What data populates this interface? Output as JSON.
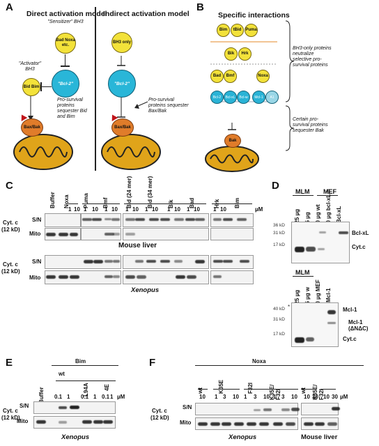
{
  "panelA": {
    "letter": "A",
    "direct_title": "Direct activation model",
    "indirect_title": "Indirect activation model",
    "sensitizer_label": "\"Sensitizer\" BH3",
    "sensitizer_circle": "Bad Noxa etc.",
    "activator_label": "\"Activator\" BH3",
    "activator_circle": "Bid Bim",
    "bcl2_label": "\"Bcl-2\"",
    "direct_note": "Pro-survival proteins sequester Bid and Bim",
    "baxbak": "Bax/Bak",
    "bh3only": "BH3 only",
    "indirect_note": "Pro-survival proteins sequester Bax/Bak"
  },
  "panelB": {
    "letter": "B",
    "title": "Specific interactions",
    "top_row": [
      "Bim",
      "tBid",
      "Puma"
    ],
    "mid_row": [
      "Bik",
      "Hrk"
    ],
    "low_row": [
      "Bad",
      "Bmf",
      "Noxa"
    ],
    "blue_row": [
      "Bcl-2",
      "Bcl-xL",
      "Bcl-w",
      "Mcl-1",
      "A1"
    ],
    "bak": "Bak",
    "bh3_note": "BH3-only proteins neutralize selective pro-survival proteins",
    "bak_note": "Certain pro-survival proteins sequester Bak"
  },
  "panelC": {
    "letter": "C",
    "lanes": [
      "Buffer",
      "Noxa",
      "Puma",
      "Bmf",
      "Bid (24 mer)",
      "Bid (34 mer)",
      "Bik",
      "Bad",
      "Hrk",
      "Bim"
    ],
    "conc": [
      "1",
      "10",
      "1",
      "10",
      "1",
      "10",
      "1",
      "10",
      "1",
      "10",
      "1",
      "10",
      "1",
      "10",
      "1",
      "10"
    ],
    "unit": "µM",
    "cytc_label": "Cyt. c",
    "kd_label": "(12 kD)",
    "sn": "S/N",
    "mito": "Mito",
    "mouse_caption": "Mouse liver",
    "xenopus_caption": "Xenopus"
  },
  "panelD": {
    "letter": "D",
    "mlm": "MLM",
    "mef": "MEF",
    "top_lanes": [
      "125 µg",
      "25 µg",
      "50 µg wt",
      "50 µg bcl-xL-/-",
      "hBcl-xL"
    ],
    "markers_top": [
      "36 kD",
      "31 kD",
      "17 kD"
    ],
    "bclxl": "Bcl-xL",
    "cytc": "Cyt.c",
    "bottom_lanes": [
      "125 µg",
      "25 µg w",
      "30 µg MEF",
      "mMcl-1"
    ],
    "markers_bottom": [
      "40 kD",
      "31 kD",
      "17 kD"
    ],
    "star": "*",
    "mcl1": "Mcl-1",
    "mcl1_trunc": "Mcl-1",
    "mcl1_trunc2": "(ΔNΔC)",
    "cytc2": "Cyt.c"
  },
  "panelE": {
    "letter": "E",
    "header": "Bim",
    "lanes": [
      "Buffer",
      "wt",
      "L94A",
      "4E"
    ],
    "conc": [
      "0.1",
      "1",
      "0.1",
      "1",
      "0.1",
      "1"
    ],
    "unit": "µM",
    "cytc_label": "Cyt. c",
    "kd_label": "(12 kD)",
    "sn": "S/N",
    "mito": "Mito",
    "caption": "Xenopus"
  },
  "panelF": {
    "letter": "F",
    "header": "Noxa",
    "lanes": [
      "wt",
      "K35E",
      "F32I",
      "K35E/ F32I",
      "wt",
      "K35E/ F32I"
    ],
    "conc": [
      "10",
      "1",
      "3",
      "10",
      "1",
      "3",
      "10",
      "1",
      "3",
      "10",
      "10",
      "30",
      "10",
      "30"
    ],
    "unit": "µM",
    "cytc_label": "Cyt. c",
    "kd_label": "(12 kD)",
    "sn": "S/N",
    "mito": "Mito",
    "caption_x": "Xenopus",
    "caption_m": "Mouse liver"
  }
}
